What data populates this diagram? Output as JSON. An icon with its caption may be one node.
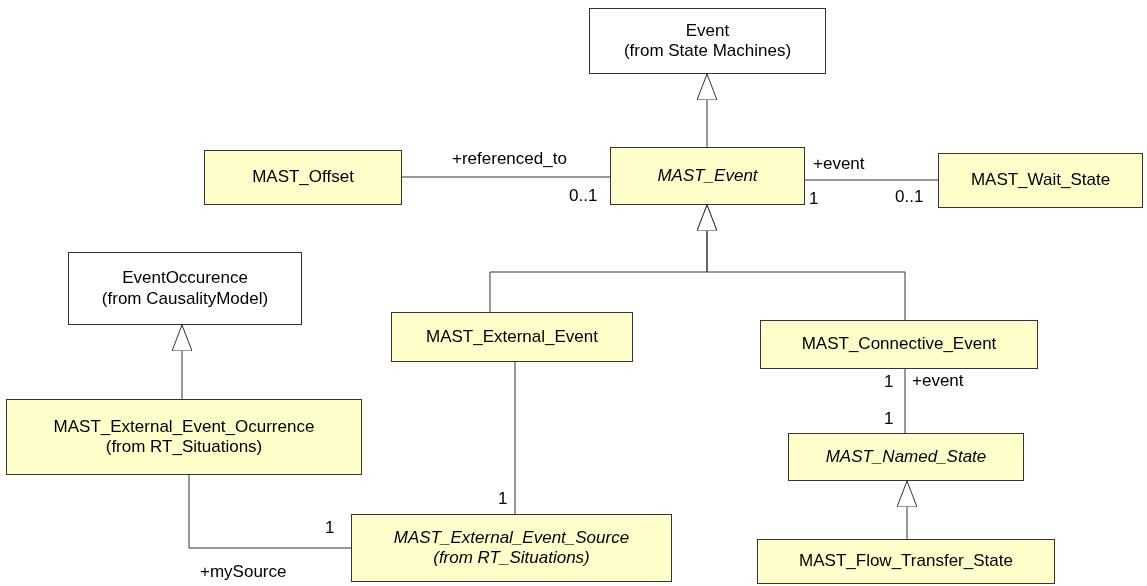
{
  "diagram": {
    "nodes": [
      {
        "text": [
          "Event",
          "(from State Machines)"
        ]
      },
      {
        "text": [
          "MAST_Offset"
        ]
      },
      {
        "text": [
          "MAST_Event"
        ]
      },
      {
        "text": [
          "MAST_Wait_State"
        ]
      },
      {
        "text": [
          "EventOccurence",
          "(from CausalityModel)"
        ]
      },
      {
        "text": [
          "MAST_External_Event"
        ]
      },
      {
        "text": [
          "MAST_Connective_Event"
        ]
      },
      {
        "text": [
          "MAST_External_Event_Ocurrence",
          "(from RT_Situations)"
        ]
      },
      {
        "text": [
          "MAST_Named_State"
        ]
      },
      {
        "text": [
          "MAST_External_Event_Source",
          "(from RT_Situations)"
        ]
      },
      {
        "text": [
          "MAST_Flow_Transfer_State"
        ]
      }
    ],
    "edges": [
      {
        "from": 2,
        "to": 0,
        "arrow": "to"
      },
      {
        "from": 1,
        "to": 2,
        "arrow": "none",
        "label": "+referenced_to"
      },
      {
        "from": 2,
        "to": 3,
        "arrow": "none",
        "label": "+event"
      },
      {
        "from": 5,
        "to": 2,
        "arrow": "to"
      },
      {
        "from": 6,
        "to": 2,
        "arrow": "to"
      },
      {
        "from": 7,
        "to": 4,
        "arrow": "to"
      },
      {
        "from": 5,
        "to": 9,
        "arrow": "none"
      },
      {
        "from": 7,
        "to": 9,
        "arrow": "none",
        "label": "+mySource"
      },
      {
        "from": 6,
        "to": 8,
        "arrow": "none",
        "label": "+event"
      },
      {
        "from": 10,
        "to": 8,
        "arrow": "to"
      }
    ],
    "labels": [
      "0..1",
      "1",
      "0..1",
      "1",
      "1",
      "1",
      "1"
    ]
  }
}
